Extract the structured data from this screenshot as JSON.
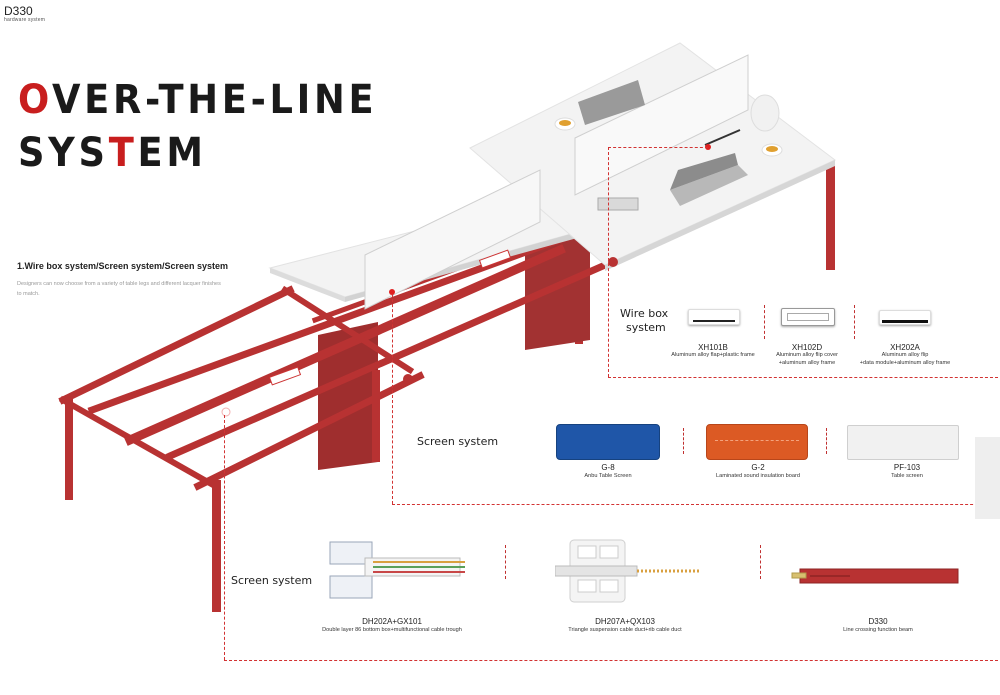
{
  "brand": {
    "code": "D330",
    "subtitle": "hardware system"
  },
  "title": {
    "line1": {
      "first": "O",
      "rest": "VER-THE-LINE"
    },
    "line2": {
      "start": "SYS",
      "accent": "T",
      "end": "EM"
    }
  },
  "section": {
    "heading": "1.Wire box system/Screen system/Screen system",
    "description": "Designers can now choose from a variety of table legs and different lacquer finishes to match."
  },
  "wire_box": {
    "label_line1": "Wire box",
    "label_line2": "system",
    "items": [
      {
        "code": "XH101B",
        "desc_line1": "Aluminum alloy flap+plastic frame",
        "desc_line2": ""
      },
      {
        "code": "XH102D",
        "desc_line1": "Aluminum alloy flip cover",
        "desc_line2": "+aluminum alloy frame"
      },
      {
        "code": "XH202A",
        "desc_line1": "Aluminum alloy flip",
        "desc_line2": "+data module+aluminum alloy frame"
      }
    ]
  },
  "screen": {
    "label": "Screen system",
    "items": [
      {
        "code": "G-8",
        "desc": "Anbu Table Screen",
        "color": "#1f56a8"
      },
      {
        "code": "G-2",
        "desc": "Laminated sound insulation board",
        "color": "#dc5a24"
      },
      {
        "code": "PF-103",
        "desc": "Table screen",
        "color": "#f1f1f1"
      }
    ]
  },
  "cable": {
    "label": "Screen system",
    "items": [
      {
        "code": "DH202A+GX101",
        "desc": "Double layer 86 bottom box+multifunctional cable trough"
      },
      {
        "code": "DH207A+QX103",
        "desc": "Triangle suspension cable duct+rib cable duct"
      },
      {
        "code": "D330",
        "desc": "Line crossing function beam"
      }
    ]
  },
  "colors": {
    "accent": "#c81e1e",
    "frame": "#b83232",
    "desk": "#f3f3f3"
  }
}
